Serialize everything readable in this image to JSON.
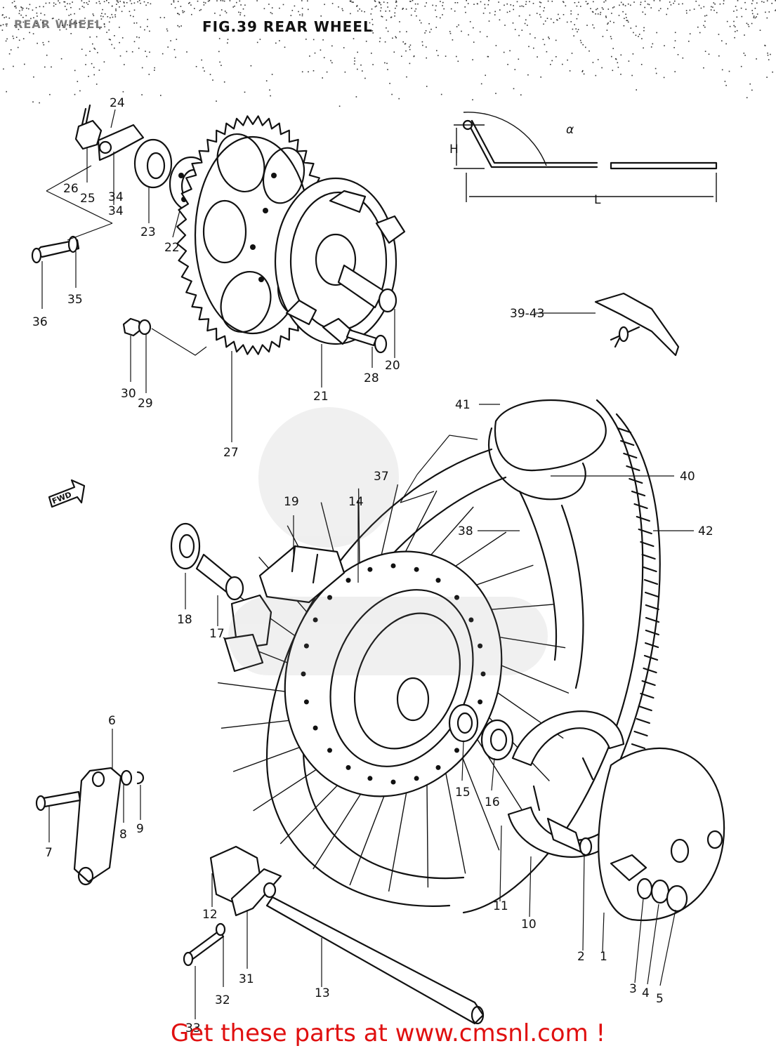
{
  "header": {
    "figure_title": "FIG.39  REAR WHEEL",
    "corner_label": "REAR WHEEL"
  },
  "callouts": {
    "c1": "1",
    "c2": "2",
    "c3": "3",
    "c4": "4",
    "c5": "5",
    "c6": "6",
    "c7": "7",
    "c8": "8",
    "c9": "9",
    "c10": "10",
    "c11": "11",
    "c12": "12",
    "c13": "13",
    "c14": "14",
    "c15": "15",
    "c16": "16",
    "c17": "17",
    "c18": "18",
    "c19": "19",
    "c20": "20",
    "c21": "21",
    "c22": "22",
    "c23": "23",
    "c24": "24",
    "c25": "25",
    "c26": "26",
    "c27": "27",
    "c28": "28",
    "c29": "29",
    "c30": "30",
    "c31": "31",
    "c32": "32",
    "c33": "33",
    "c34": "34",
    "c35": "35",
    "c36": "36",
    "c37": "37",
    "c38": "38",
    "c39_43": "39-43",
    "c40": "40",
    "c41": "41",
    "c42": "42"
  },
  "spoke_dims": {
    "angle": "α",
    "height": "H",
    "length": "L"
  },
  "direction_arrow": "FWD",
  "footer": {
    "cta": "Get these parts at www.cmsnl.com !",
    "color": "#e01010"
  }
}
